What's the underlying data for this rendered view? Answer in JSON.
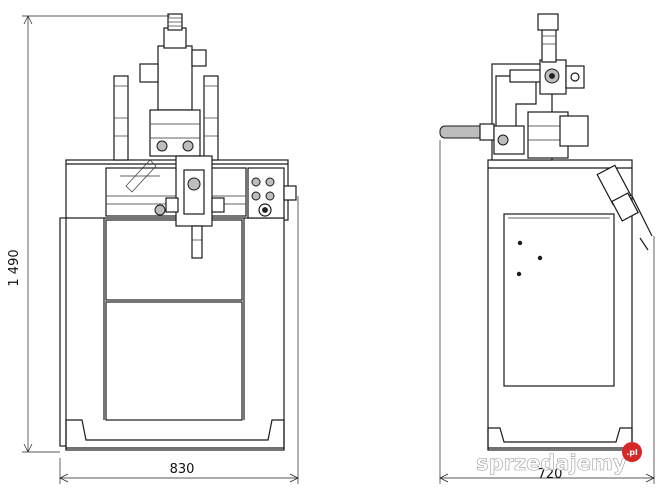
{
  "dimensions": {
    "height": "1 490",
    "front_width": "830",
    "side_width": "720"
  },
  "watermark": {
    "text": "sprzedajemy",
    "badge": ".pl",
    "badge_color": "#d62828"
  }
}
